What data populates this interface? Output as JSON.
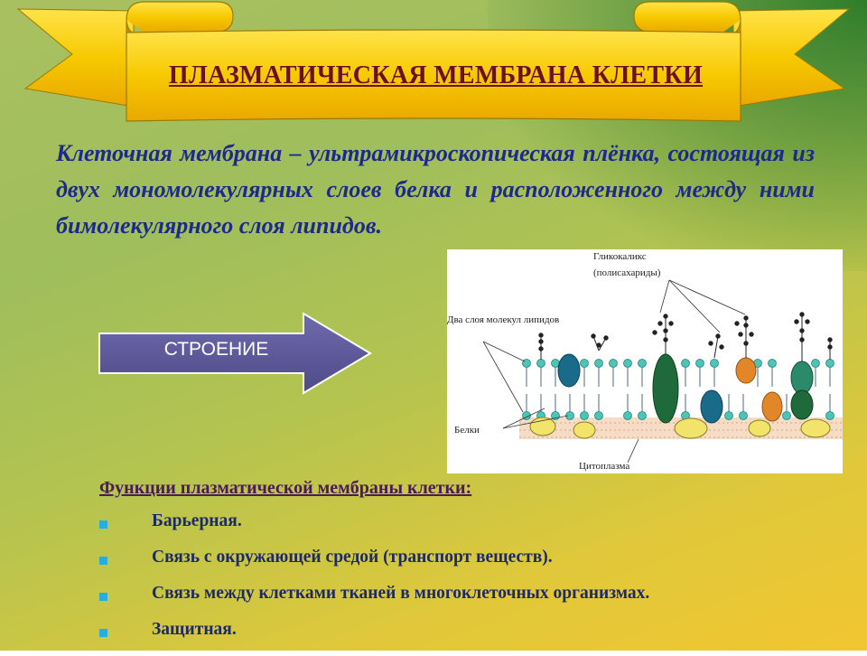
{
  "title": "ПЛАЗМАТИЧЕСКАЯ МЕМБРАНА КЛЕТКИ",
  "intro": "Клеточная мембрана – ультрамикроскопическая плёнка, состоящая из двух мономолекулярных слоев белка и расположенного между ними бимолекулярного слоя липидов.",
  "arrow_label": "СТРОЕНИЕ",
  "diagram": {
    "glycocalyx": "Гликокаликс",
    "polysaccharides": "(полисахариды)",
    "lipid_layers": "Два слоя молекул липидов",
    "proteins": "Белки",
    "cytoplasm": "Цитоплазма"
  },
  "functions": {
    "title": "Функции плазматической мембраны клетки:",
    "items": [
      "Барьерная.",
      "Связь с окружающей средой (транспорт веществ).",
      "Связь между клетками тканей в многоклеточных организмах.",
      "Защитная."
    ]
  },
  "colors": {
    "title": "#6b1020",
    "intro": "#1d2a8c",
    "arrow": "#5e5a9a",
    "bullet": "#27aee0",
    "banner": "#f5c400"
  }
}
